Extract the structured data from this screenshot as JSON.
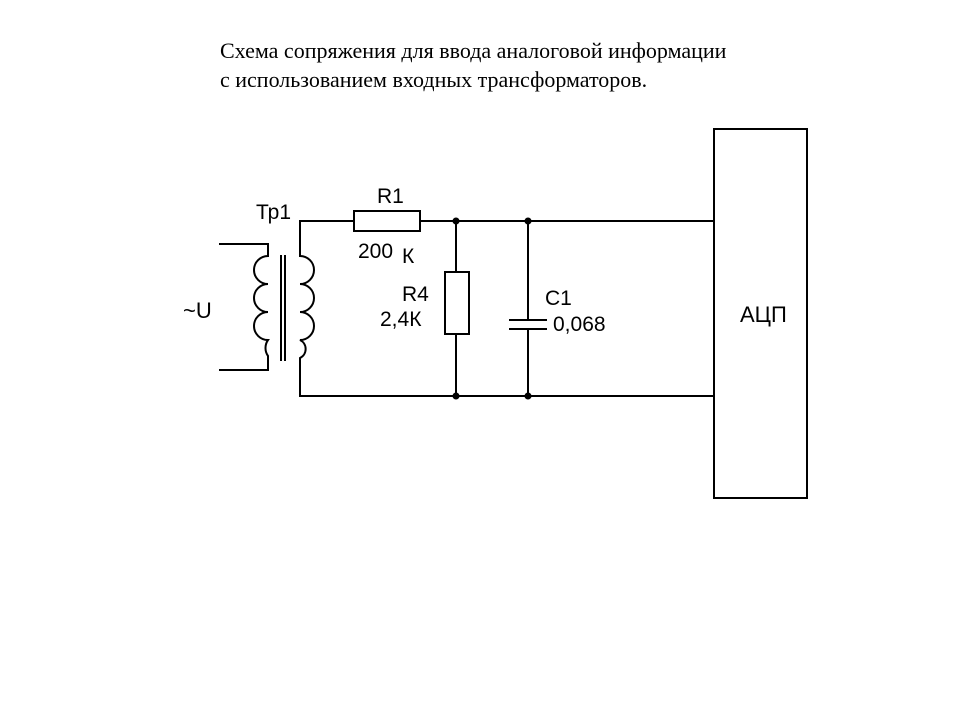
{
  "title": {
    "line1": "Схема сопряжения для ввода аналоговой информации",
    "line2": "с использованием входных трансформаторов."
  },
  "labels": {
    "transformer": "Тр1",
    "source": "~U",
    "r1_name": "R1",
    "r1_value_num": "200",
    "r1_value_unit": "К",
    "r4_name": "R4",
    "r4_value": "2,4К",
    "c1_name": "С1",
    "c1_value": "0,068",
    "adc": "АЦП"
  }
}
